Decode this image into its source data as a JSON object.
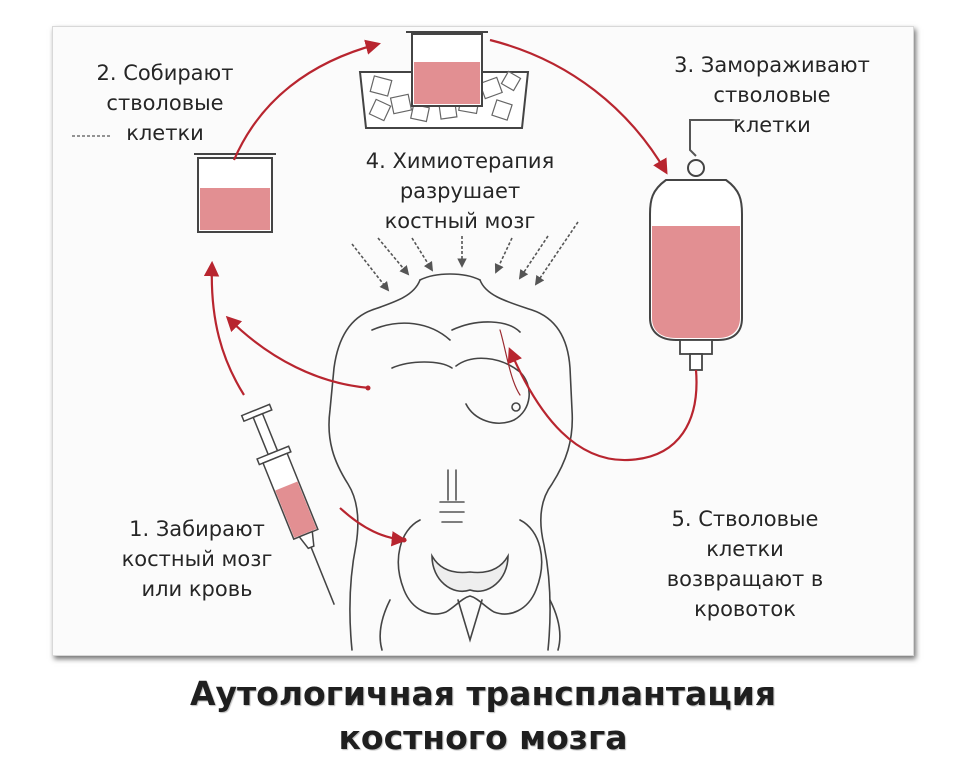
{
  "steps": {
    "s1": {
      "l1": "1. Забирают",
      "l2": "костный мозг",
      "l3": "или кровь"
    },
    "s2": {
      "l1": "2. Собирают",
      "l2": "стволовые",
      "l3": "клетки"
    },
    "s3": {
      "l1": "3. Замораживают",
      "l2": "стволовые",
      "l3": "клетки"
    },
    "s4": {
      "l1": "4. Химиотерапия",
      "l2": "разрушает",
      "l3": "костный мозг"
    },
    "s5": {
      "l1": "5. Стволовые",
      "l2": "клетки",
      "l3": "возвращают в",
      "l4": "кровоток"
    }
  },
  "title": {
    "l1": "Аутологичная трансплантация",
    "l2": "костного мозга"
  },
  "colors": {
    "arrow": "#b8252f",
    "fluid": "#e28f92",
    "outline": "#444444"
  },
  "icons": [
    "syringe-icon",
    "beaker-icon",
    "ice-bucket-icon",
    "iv-bag-icon",
    "human-torso-icon"
  ]
}
